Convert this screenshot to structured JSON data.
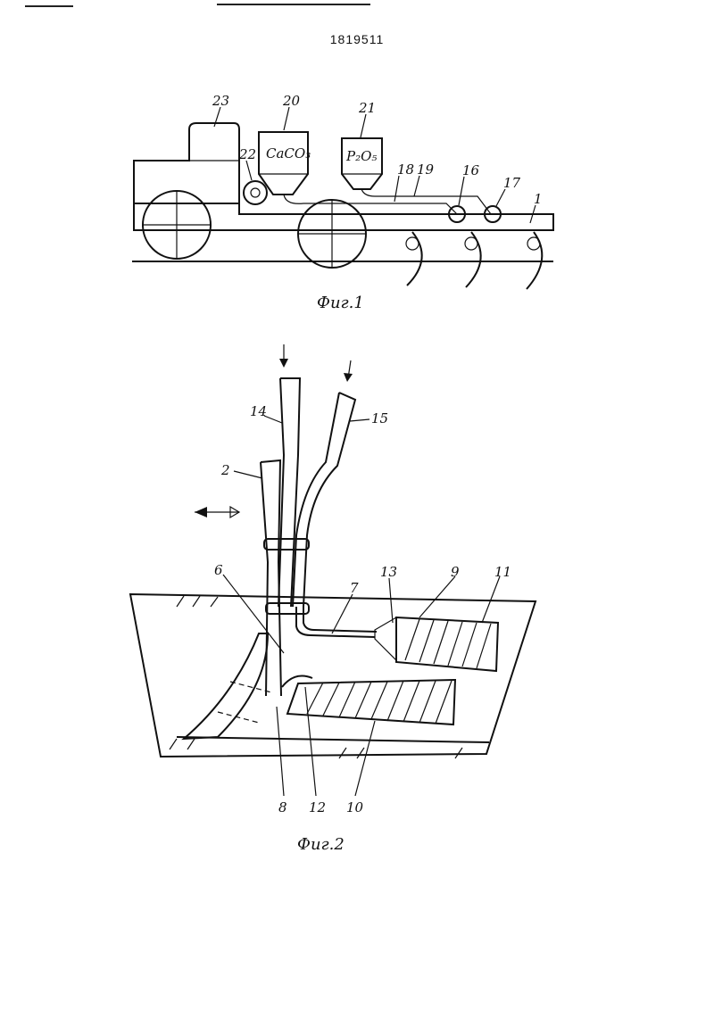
{
  "document": {
    "number": "1819511"
  },
  "fig1": {
    "caption": "Фиг.1",
    "chemicals": {
      "lime": "CaCO₃",
      "phosphate": "P₂O₅"
    },
    "labels": [
      "23",
      "20",
      "21",
      "22",
      "18",
      "19",
      "16",
      "17",
      "1"
    ]
  },
  "fig2": {
    "caption": "Фиг.2",
    "labels": [
      "14",
      "15",
      "2",
      "6",
      "7",
      "13",
      "9",
      "11",
      "8",
      "12",
      "10"
    ]
  }
}
